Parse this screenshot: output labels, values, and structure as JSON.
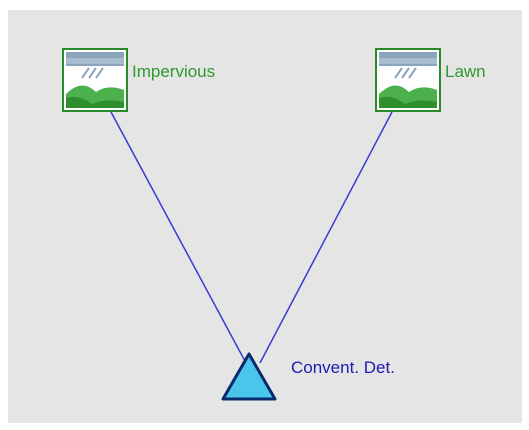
{
  "canvas": {
    "background_color": "#e5e5e5",
    "link_color": "#3a3ad6"
  },
  "nodes": [
    {
      "id": "impervious",
      "type": "subcatchment",
      "label": "Impervious",
      "icon": "rain-landscape-icon",
      "label_color": "#2f9a2f"
    },
    {
      "id": "lawn",
      "type": "subcatchment",
      "label": "Lawn",
      "icon": "rain-landscape-icon",
      "label_color": "#2f9a2f"
    },
    {
      "id": "convent-det",
      "type": "bmp",
      "label": "Convent. Det.",
      "icon": "triangle-icon",
      "icon_color": "#4ac6ec",
      "label_color": "#1c1cae"
    }
  ],
  "links": [
    {
      "from": "impervious",
      "to": "convent-det"
    },
    {
      "from": "lawn",
      "to": "convent-det"
    }
  ]
}
